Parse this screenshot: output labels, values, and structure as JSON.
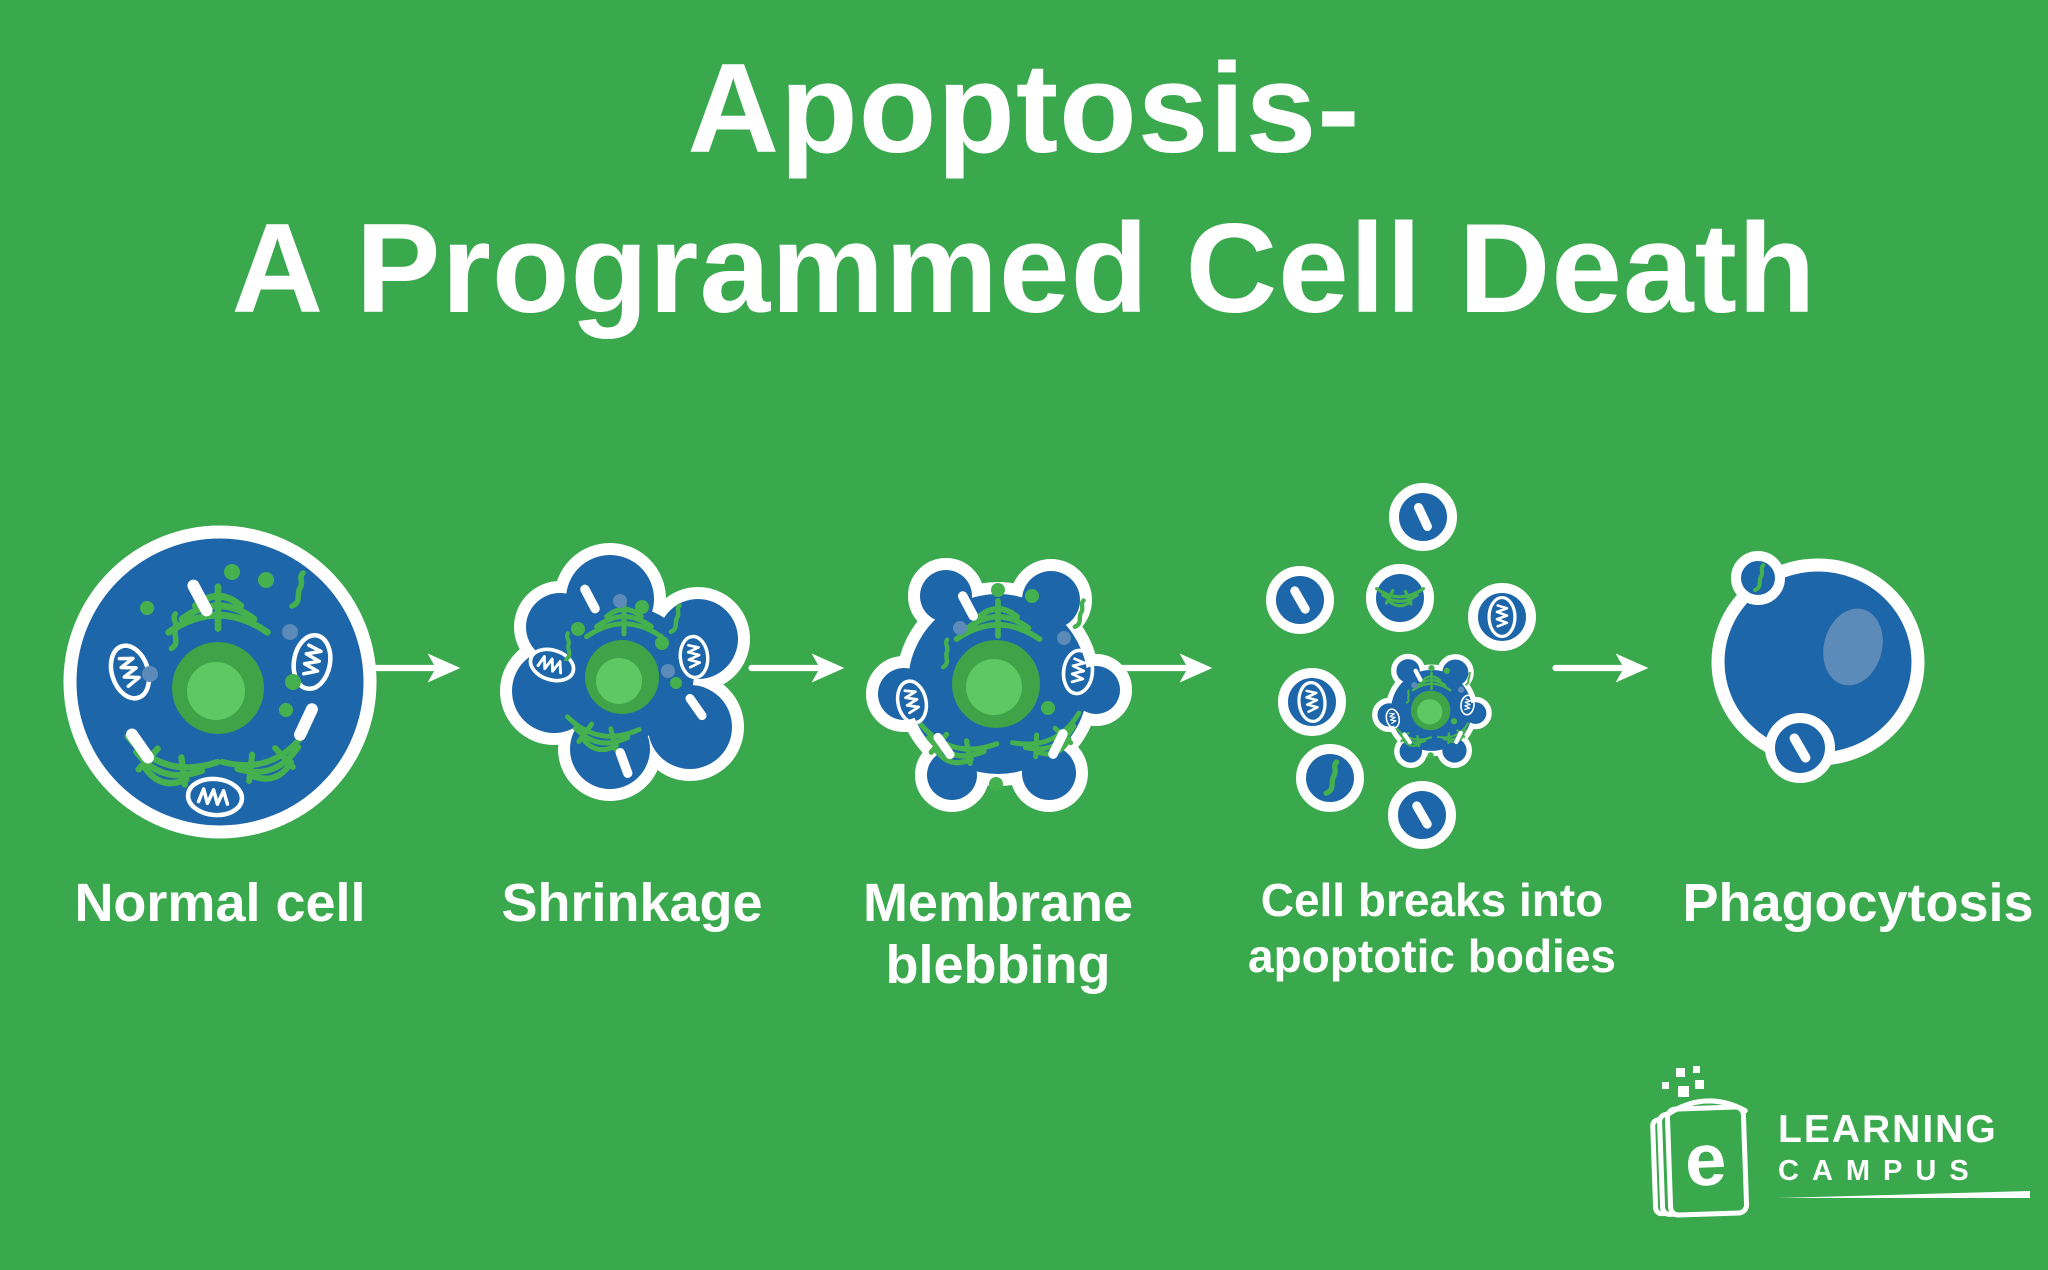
{
  "title": {
    "line1": "Apoptosis-",
    "line2": "A Programmed Cell Death"
  },
  "stages": [
    {
      "id": "normal-cell",
      "label": "Normal cell"
    },
    {
      "id": "shrinkage",
      "label": "Shrinkage"
    },
    {
      "id": "membrane-blebbing",
      "label": "Membrane blebbing"
    },
    {
      "id": "apoptotic-bodies",
      "label": "Cell breaks into apoptotic bodies"
    },
    {
      "id": "phagocytosis",
      "label": "Phagocytosis"
    }
  ],
  "logo": {
    "book_letter": "e",
    "line1": "LEARNING",
    "line2": "CAMPUS"
  },
  "colors": {
    "bg": "#3aa94d",
    "cell-blue": "#1d66a9",
    "cell-blue-light": "#5c8ab9",
    "nucleus-dark": "#3fa447",
    "nucleus-light": "#5ec862",
    "organelle-green": "#45b14e"
  }
}
